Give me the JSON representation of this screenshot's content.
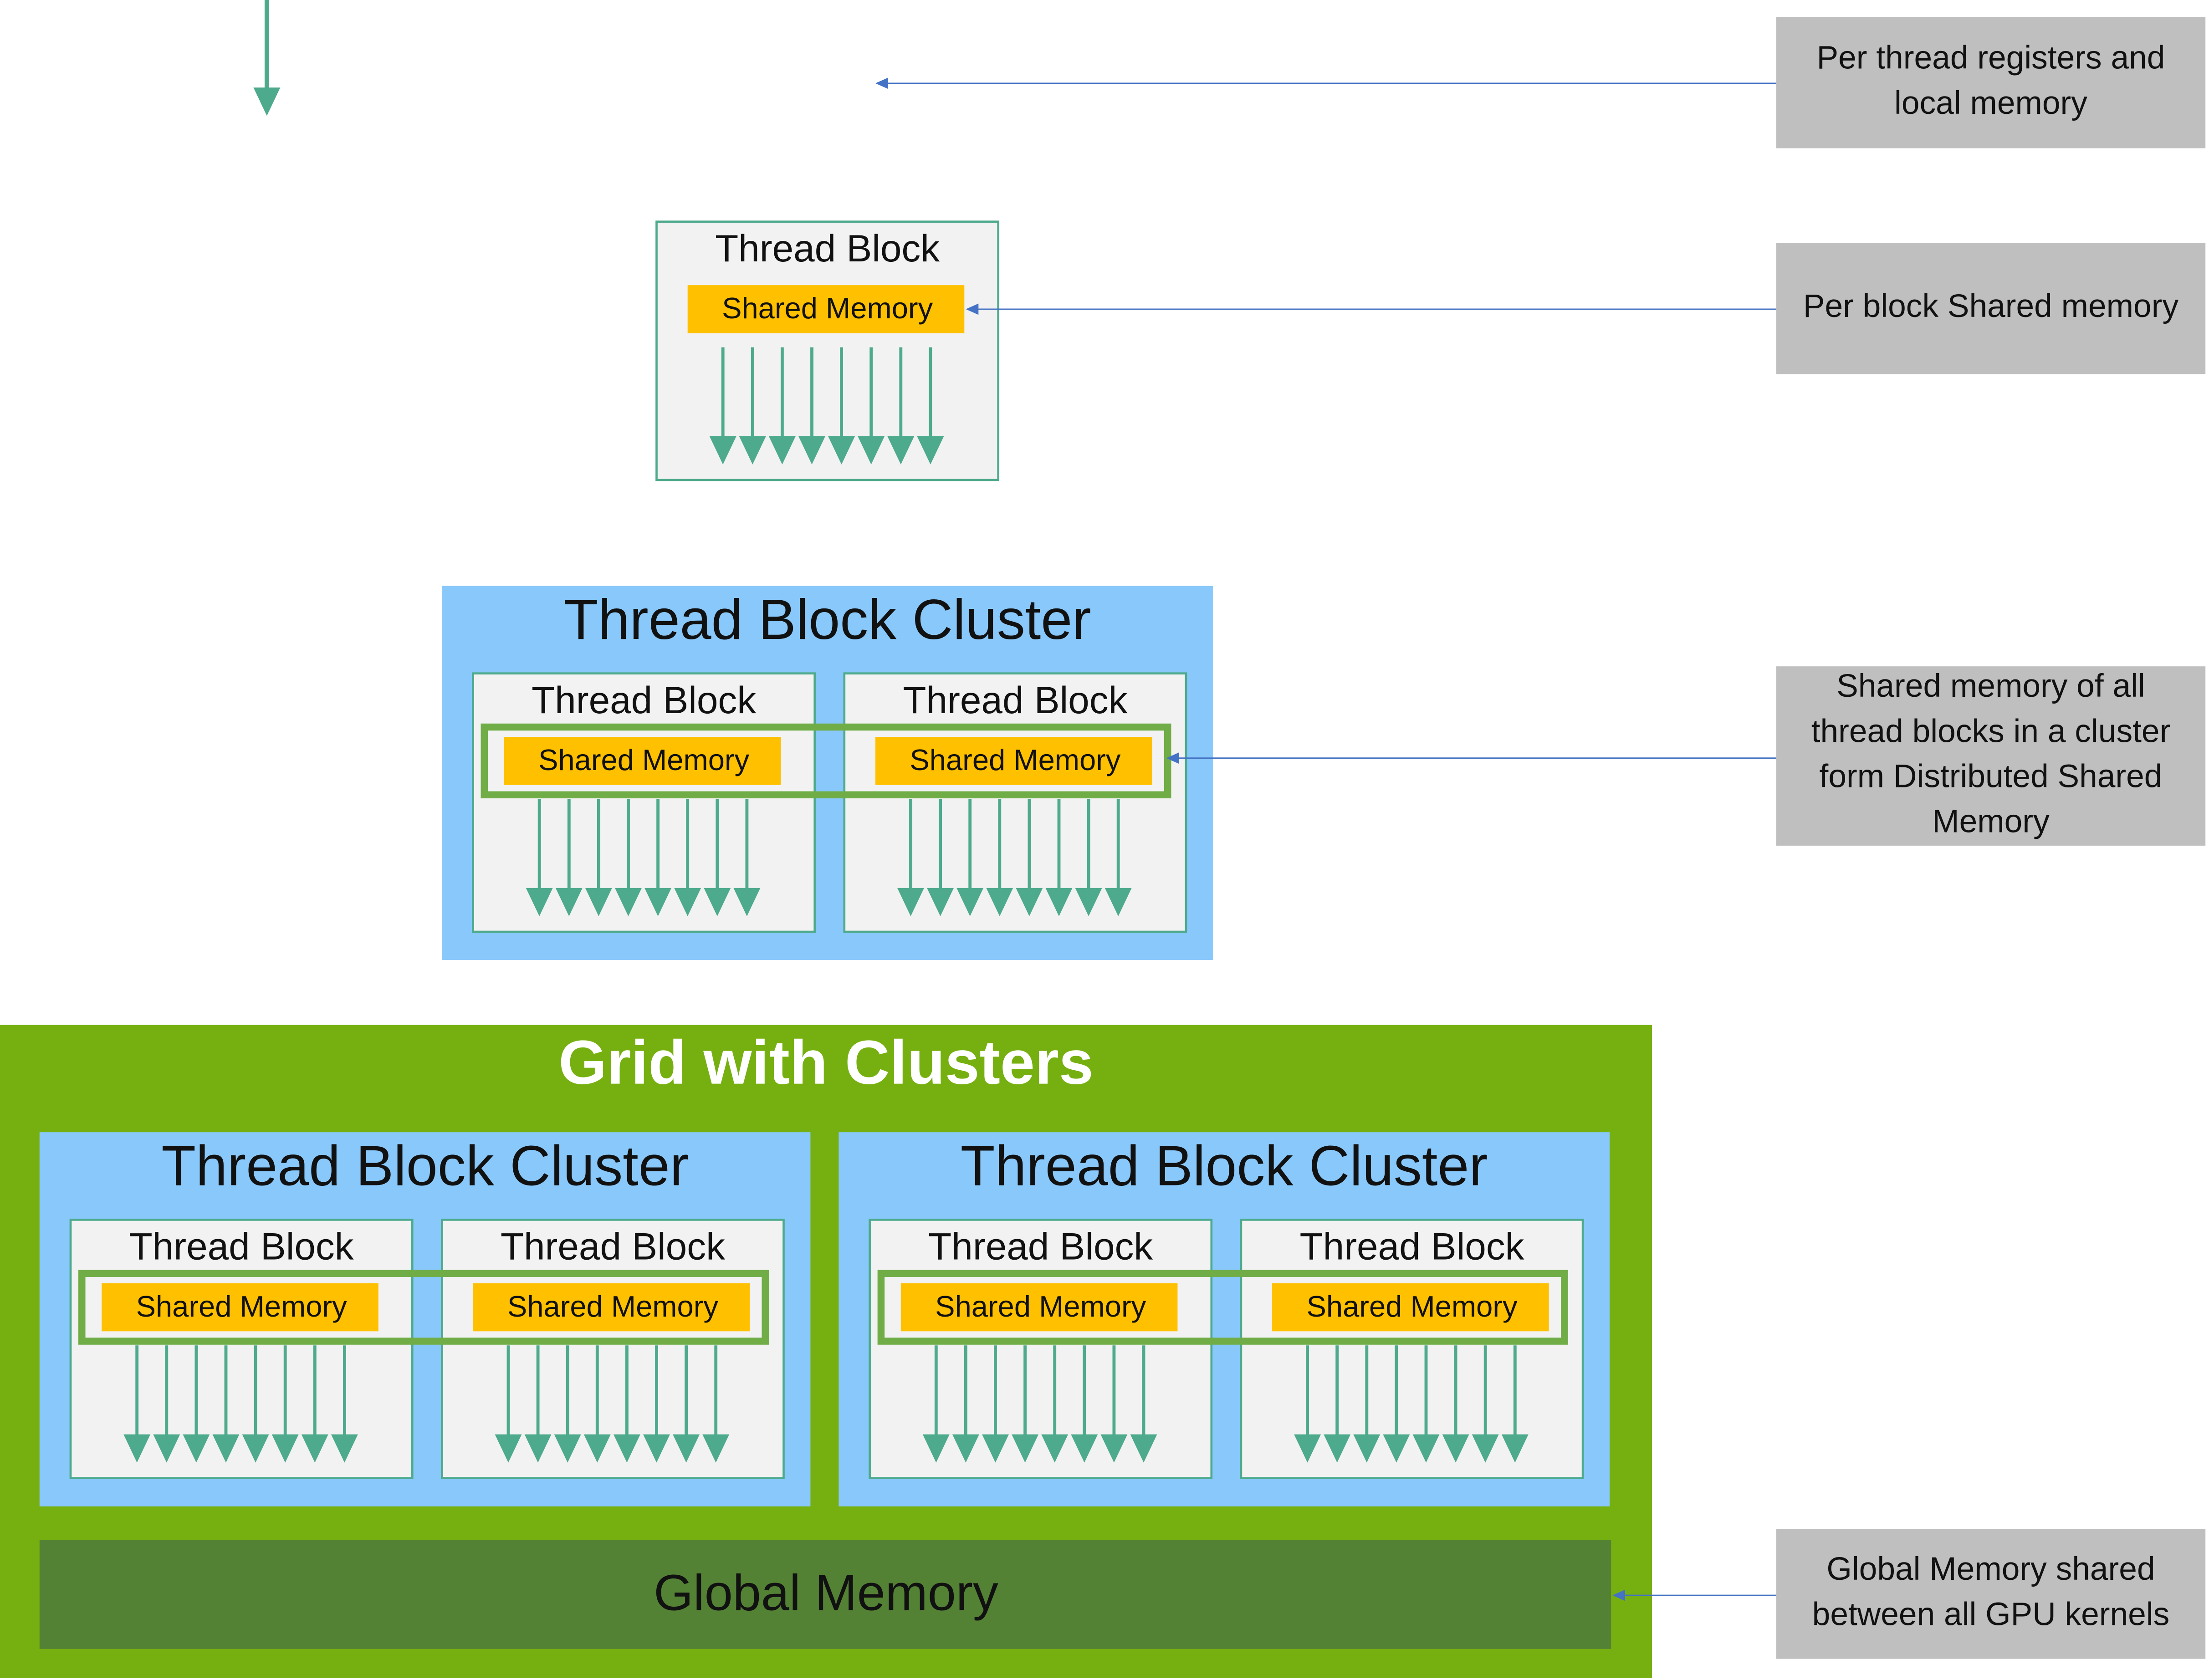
{
  "colors": {
    "teal": "#4DAA8C",
    "light_gray_fill": "#F2F2F2",
    "block_border": "#4DAA8C",
    "shared_memory": "#FFC000",
    "cluster_blue": "#89C8FA",
    "grid_green": "#76B010",
    "global_dark_green": "#548235",
    "dsm_outline": "#70AD47",
    "callout_gray": "#BFBFBF",
    "leader_line": "#4472C4",
    "white": "#FFFFFF",
    "text": "#111111"
  },
  "labels": {
    "thread_block": "Thread Block",
    "shared_memory": "Shared Memory",
    "thread_block_cluster": "Thread Block Cluster",
    "grid_with_clusters": "Grid with Clusters",
    "global_memory": "Global Memory"
  },
  "callouts": [
    {
      "id": "registers",
      "lines": [
        "Per thread registers and",
        "local memory"
      ]
    },
    {
      "id": "shared",
      "lines": [
        "Per block Shared memory"
      ]
    },
    {
      "id": "distributed",
      "lines": [
        "Shared memory of all",
        "thread blocks in a cluster",
        "form Distributed Shared",
        "Memory"
      ]
    },
    {
      "id": "global",
      "lines": [
        "Global Memory shared",
        "between all GPU kernels"
      ]
    }
  ],
  "icons": {
    "thread_arrow": "down-arrow-icon",
    "leader_arrow": "left-arrow-icon"
  }
}
